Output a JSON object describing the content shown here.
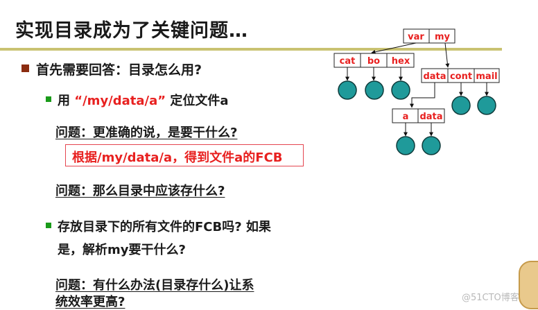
{
  "title": "实现目录成为了关键问题…",
  "bullet1": "首先需要回答：目录怎么用?",
  "sub1": {
    "prefix": "用",
    "path": "“/my/data/a”",
    "suffix": "定位文件a"
  },
  "q1": "问题：更准确的说，是要干什么?",
  "answer": "根据/my/data/a，得到文件a的FCB",
  "q2": "问题：那么目录中应该存什么?",
  "sub2_line1": "存放目录下的所有文件的FCB吗? 如果",
  "sub2_line2": "是，解析my要干什么?",
  "q3_line1": "问题：有什么办法(目录存什么)让系",
  "q3_line2": "统效率更高?",
  "tree": {
    "root": [
      "var",
      "my"
    ],
    "level1": [
      "cat",
      "bo",
      "hex"
    ],
    "my_dir": [
      "data",
      "cont",
      "mail"
    ],
    "data_dir": [
      "a",
      "data"
    ]
  },
  "watermark": "@51CTO博客",
  "colors": {
    "accent_red": "#e8201f",
    "rule": "#c9c271",
    "node_fill": "#1f9a9a",
    "bullet_square": "#8b2c10",
    "bullet_green": "#1a9b1a"
  }
}
